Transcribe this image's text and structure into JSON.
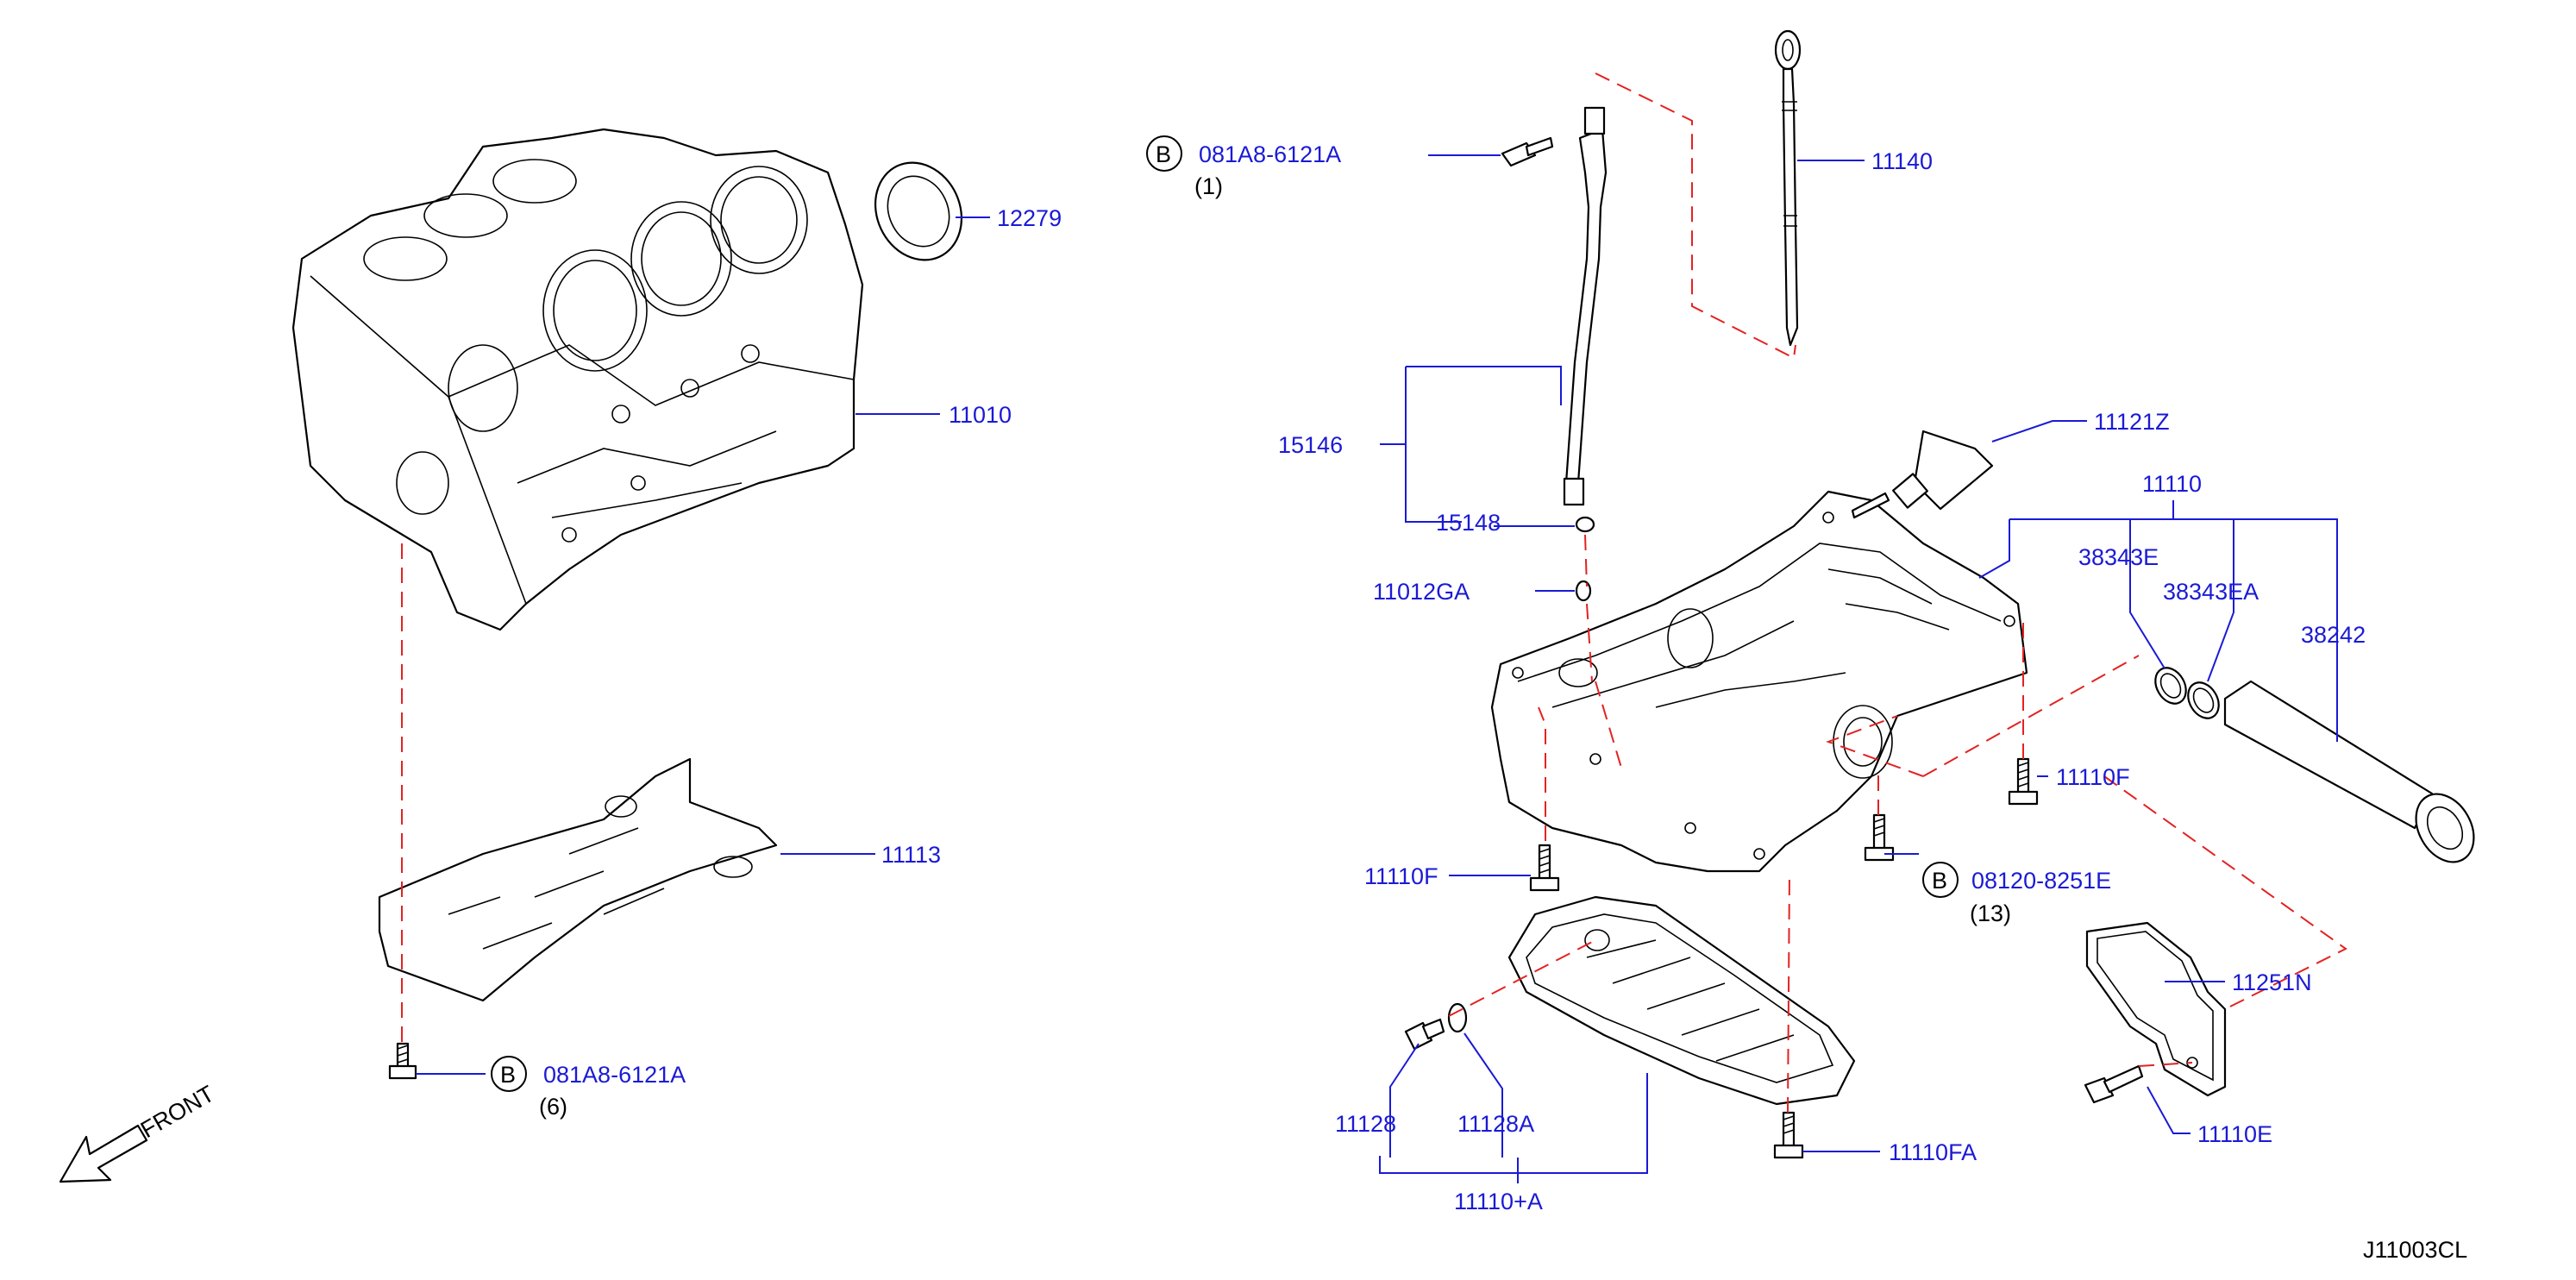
{
  "diagram_code": "J11003CL",
  "front_label": "FRONT",
  "callouts": {
    "p12279": "12279",
    "p11010": "11010",
    "p11113": "11113",
    "bolt_bottom": "081A8-6121A",
    "bolt_bottom_qty": "(6)",
    "bolt_top": "081A8-6121A",
    "bolt_top_qty": "(1)",
    "p11140": "11140",
    "p15146": "15146",
    "p15148": "15148",
    "p11012GA": "11012GA",
    "p11121Z": "11121Z",
    "p11110": "11110",
    "p38343E": "38343E",
    "p38343EA": "38343EA",
    "p38242": "38242",
    "p11110F_right": "11110F",
    "p11110F_left": "11110F",
    "bolt_right": "08120-8251E",
    "bolt_right_qty": "(13)",
    "p11251N": "11251N",
    "p11128": "11128",
    "p11128A": "11128A",
    "p11110A": "11110+A",
    "p11110FA": "11110FA",
    "p11110E": "11110E"
  },
  "bolt_marker": "B",
  "colors": {
    "callout": "#1a1ad6",
    "leader": "#1a1ad6",
    "alignment_line": "#e32222",
    "part_outline": "#000000"
  }
}
